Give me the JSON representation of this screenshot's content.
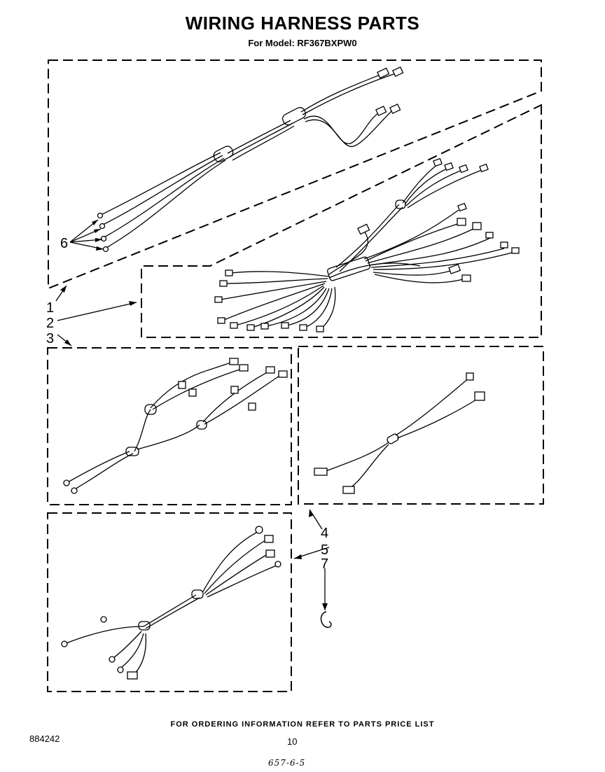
{
  "header": {
    "title": "WIRING HARNESS PARTS",
    "subtitle": "For Model: RF367BXPW0"
  },
  "callouts": [
    "1",
    "2",
    "3",
    "4",
    "5",
    "6",
    "7"
  ],
  "footer": {
    "note": "FOR ORDERING INFORMATION REFER TO PARTS PRICE LIST",
    "doc_number": "884242",
    "page_number": "10",
    "handwritten_code": "657-6-5"
  }
}
